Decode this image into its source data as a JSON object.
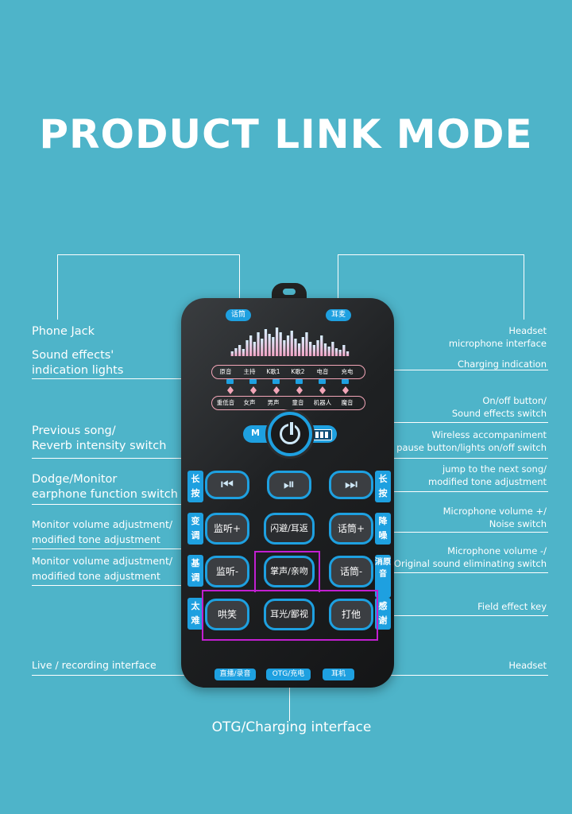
{
  "title": "PRODUCT LINK MODE",
  "labels_left": {
    "phone_jack": "Phone Jack",
    "sound_effects": "Sound effects'\nindication lights",
    "previous_song": "Previous song/\nReverb intensity switch",
    "dodge_monitor": "Dodge/Monitor\nearphone function switch",
    "monitor_plus": "Monitor volume adjustment/\nmodified tone adjustment",
    "monitor_minus": "Monitor volume adjustment/\nmodified tone adjustment",
    "live_recording": "Live / recording interface"
  },
  "labels_right": {
    "headset_mic": "Headset\nmicrophone interface",
    "charging": "Charging indication",
    "onoff": "On/off button/\nSound effects switch",
    "wireless": "Wireless accompaniment\npause button/lights on/off switch",
    "next_song": "jump to the next song/\nmodified tone adjustment",
    "mic_plus": "Microphone volume +/\nNoise switch",
    "mic_minus": "Microphone volume -/\nOriginal sound eliminating switch",
    "field_effect": "Field effect key",
    "headset": "Headset"
  },
  "bottom_label": "OTG/Charging interface",
  "device": {
    "top_left_port": "话筒",
    "top_right_port": "耳麦",
    "led_top": [
      "原音",
      "主持",
      "K歌1",
      "K歌2",
      "电音",
      "充电"
    ],
    "led_bottom": [
      "重低音",
      "女声",
      "男声",
      "童音",
      "机器人",
      "魔音"
    ],
    "mode_label": "M",
    "side_left": [
      "长按",
      "变调",
      "基调",
      "太难"
    ],
    "side_right": [
      "长按",
      "降噪",
      "消原音",
      "感谢"
    ],
    "keys": {
      "prev": "⏮",
      "playpause": "⏯",
      "next": "⏭",
      "monitor_plus": "监听+",
      "dodge": "闪避/耳返",
      "mic_plus": "话筒+",
      "monitor_minus": "监听-",
      "applause": "掌声/亲吻",
      "mic_minus": "话筒-",
      "laugh": "哄笑",
      "awkward": "耳光/鄙视",
      "beat": "打他"
    },
    "bottom_ports": [
      "直播/录音",
      "OTG/充电",
      "耳机"
    ]
  },
  "colors": {
    "background": "#4eb4c9",
    "accent": "#1ea0e0",
    "led_border": "#f3a6b8",
    "highlight": "#c21fd1"
  }
}
